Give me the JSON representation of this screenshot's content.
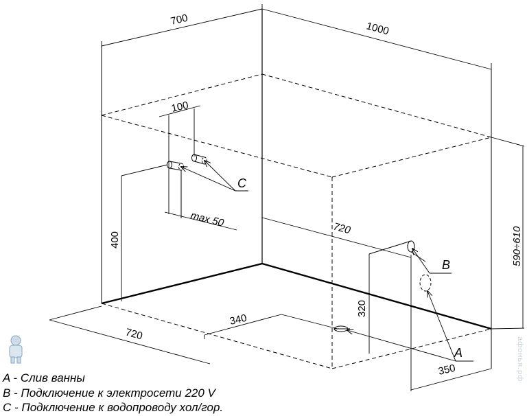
{
  "dimensions": {
    "width_700": "700",
    "length_1000": "1000",
    "spacing_100": "100",
    "max_50": "max 50",
    "height_400": "400",
    "dist_720_front": "720",
    "dist_720_side": "720",
    "dist_340": "340",
    "height_320": "320",
    "dist_350": "350",
    "height_range": "590÷610"
  },
  "callouts": {
    "a": "A",
    "b": "B",
    "c": "C"
  },
  "legend": [
    "A - Слив ванны",
    "B - Подключение к электросети 220 V",
    "C - Подключение к водопроводу хол/гор."
  ],
  "watermark": "афонья.рф",
  "colors": {
    "line": "#000000",
    "watermark": "#c9d3dd",
    "logo_blue": "#7fa6c8"
  }
}
